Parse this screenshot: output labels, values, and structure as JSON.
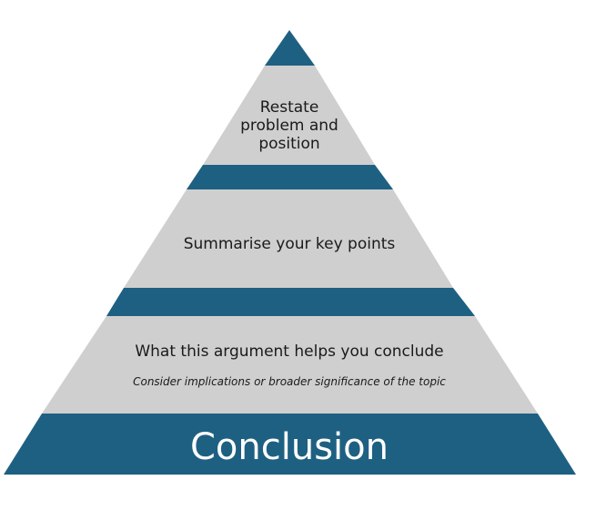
{
  "diagram": {
    "colors": {
      "band": "#1e6082",
      "tier": "#cfcfcf",
      "background": "#ffffff",
      "text": "#1a1a1a",
      "base_text": "#ffffff"
    },
    "tiers": [
      {
        "lines": [
          "Restate",
          "problem and",
          "position"
        ]
      },
      {
        "lines": [
          "Summarise your key points"
        ]
      },
      {
        "lines": [
          "What this argument helps you conclude"
        ],
        "note": "Consider implications or broader significance of the topic"
      }
    ],
    "base_label": "Conclusion"
  }
}
